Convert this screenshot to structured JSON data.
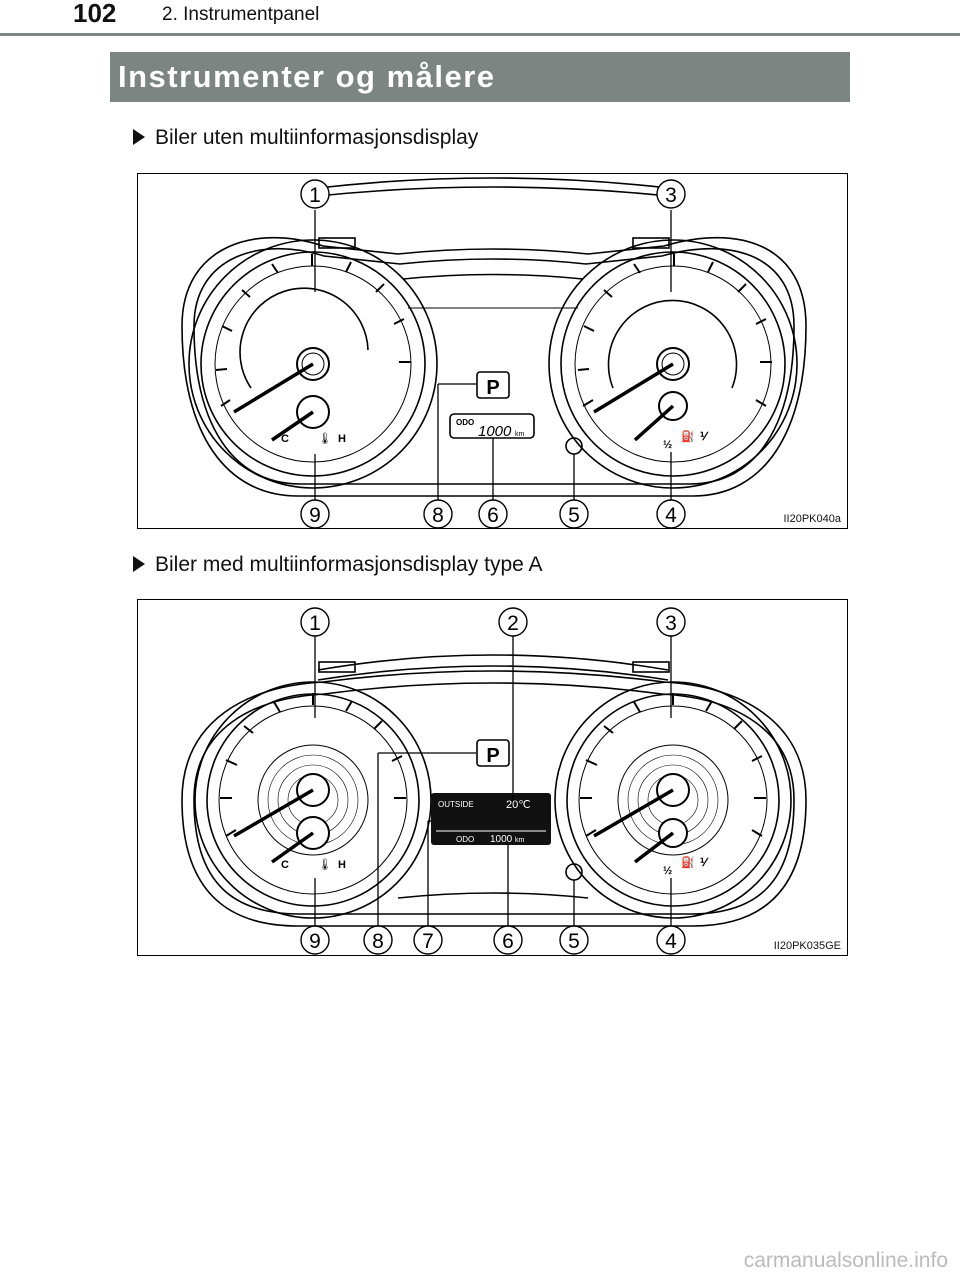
{
  "header": {
    "page_number": "102",
    "chapter": "2. Instrumentpanel"
  },
  "section": {
    "title": "Instrumenter og målere"
  },
  "figures": [
    {
      "caption": "Biler uten multiinformasjonsdisplay",
      "code": "II20PK040a",
      "callouts": [
        "1",
        "3",
        "9",
        "8",
        "6",
        "5",
        "4"
      ],
      "odo_label": "ODO",
      "odo_value": "1000",
      "odo_unit": "km",
      "shift_indicator": "P",
      "temp_cold": "C",
      "temp_hot": "H",
      "fuel_half": "½",
      "fuel_full": "⅟"
    },
    {
      "caption": "Biler med multiinformasjonsdisplay type A",
      "code": "II20PK035GE",
      "callouts": [
        "1",
        "2",
        "3",
        "9",
        "8",
        "7",
        "6",
        "5",
        "4"
      ],
      "outside_label": "OUTSIDE",
      "outside_value": "20℃",
      "odo_label": "ODO",
      "odo_value": "1000",
      "odo_unit": "km",
      "shift_indicator": "P",
      "temp_cold": "C",
      "temp_hot": "H",
      "fuel_half": "½",
      "fuel_full": "⅟"
    }
  ],
  "watermark": "carmanualsonline.info"
}
